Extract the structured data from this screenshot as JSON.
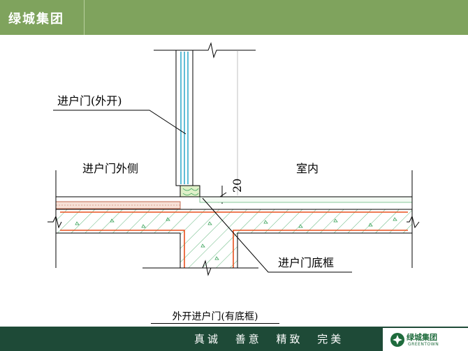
{
  "header": {
    "brand": "绿城集团"
  },
  "diagram": {
    "labels": {
      "door": "进户门(外开)",
      "outside": "进户门外侧",
      "inside": "室内",
      "frame": "进户门底框",
      "dimension": "20"
    }
  },
  "caption": "外开进户门(有底框)",
  "footer": {
    "slogan": "真诚 善意 精致 完美",
    "logo_cn": "绿城集团",
    "logo_en": "GREENTOWN"
  },
  "colors": {
    "header_bg": "#7fa35d",
    "footer_bg": "#1e4a37",
    "glass": "#2aa7c9",
    "rebar": "#e8501e",
    "hatch": "#3aa35a",
    "finish": "#c06a50"
  }
}
